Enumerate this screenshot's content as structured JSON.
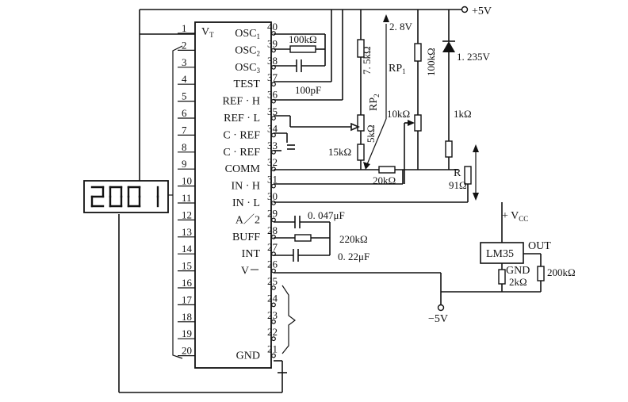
{
  "ic": {
    "left_pins": [
      {
        "n": "1",
        "label": "V",
        "sub": "T"
      },
      {
        "n": "2",
        "label": ""
      },
      {
        "n": "3",
        "label": ""
      },
      {
        "n": "4",
        "label": ""
      },
      {
        "n": "5",
        "label": ""
      },
      {
        "n": "6",
        "label": ""
      },
      {
        "n": "7",
        "label": ""
      },
      {
        "n": "8",
        "label": ""
      },
      {
        "n": "9",
        "label": ""
      },
      {
        "n": "10",
        "label": ""
      },
      {
        "n": "11",
        "label": ""
      },
      {
        "n": "12",
        "label": ""
      },
      {
        "n": "13",
        "label": ""
      },
      {
        "n": "14",
        "label": ""
      },
      {
        "n": "15",
        "label": ""
      },
      {
        "n": "16",
        "label": ""
      },
      {
        "n": "17",
        "label": ""
      },
      {
        "n": "18",
        "label": ""
      },
      {
        "n": "19",
        "label": ""
      },
      {
        "n": "20",
        "label": ""
      }
    ],
    "right_pins": [
      {
        "n": "40",
        "label": "OSC",
        "sub": "1"
      },
      {
        "n": "39",
        "label": "OSC",
        "sub": "2"
      },
      {
        "n": "38",
        "label": "OSC",
        "sub": "3"
      },
      {
        "n": "37",
        "label": "TEST"
      },
      {
        "n": "36",
        "label": "REF · H"
      },
      {
        "n": "35",
        "label": "REF · L"
      },
      {
        "n": "34",
        "label": "C · REF"
      },
      {
        "n": "33",
        "label": "C · REF"
      },
      {
        "n": "32",
        "label": "COMM"
      },
      {
        "n": "31",
        "label": "IN · H"
      },
      {
        "n": "30",
        "label": "IN · L"
      },
      {
        "n": "29",
        "label": "A／2"
      },
      {
        "n": "28",
        "label": "BUFF"
      },
      {
        "n": "27",
        "label": "INT"
      },
      {
        "n": "26",
        "label": "V－"
      },
      {
        "n": "25",
        "label": ""
      },
      {
        "n": "24",
        "label": ""
      },
      {
        "n": "23",
        "label": ""
      },
      {
        "n": "22",
        "label": ""
      },
      {
        "n": "21",
        "label": "GND"
      }
    ]
  },
  "display": {
    "digits": [
      2,
      0,
      0,
      1
    ]
  },
  "labels": {
    "vplus": "+5V",
    "vminus": "−5V",
    "vcc": "+ V",
    "vcc_sub": "CC",
    "v28": "2. 8V",
    "v1235": "1. 235V",
    "rp1": "RP",
    "rp1_sub": "1",
    "rp2": "RP",
    "rp2_sub": "2",
    "r_label": "R",
    "lm35": "LM35",
    "out": "OUT",
    "gnd": "GND"
  },
  "components": {
    "r_osc": "100kΩ",
    "c_osc": "100pF",
    "r_top": "7. 5kΩ",
    "r_100k": "100kΩ",
    "r_5k": "5kΩ",
    "r_15k": "15kΩ",
    "r_20k": "20kΩ",
    "r_10k": "10kΩ",
    "r_1k": "1kΩ",
    "r_91": "91Ω",
    "c_047": "0. 047μF",
    "r_220k": "220kΩ",
    "c_022": "0. 22μF",
    "r_200k": "200kΩ",
    "r_2k": "2kΩ"
  }
}
